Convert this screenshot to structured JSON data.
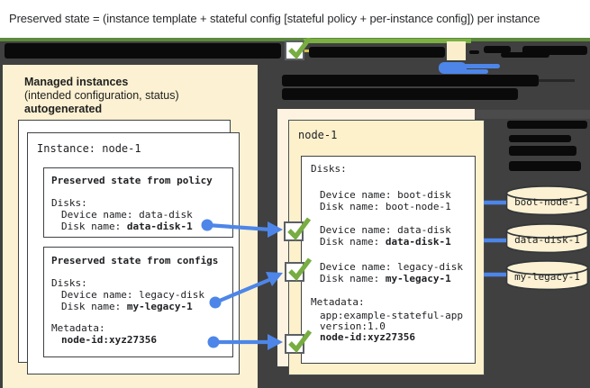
{
  "title": "Preserved state = (instance template + stateful config [stateful policy + per-instance config]) per instance",
  "left_panel": {
    "heading": "Managed instances",
    "subheading": "(intended configuration, status)",
    "note": "autogenerated",
    "instance_card": {
      "title": "Instance: node-1",
      "policy_box": {
        "title": "Preserved state from policy",
        "section": "Disks:",
        "device": "Device name: data-disk",
        "disk_label": "Disk name: ",
        "disk_value": "data-disk-1"
      },
      "configs_box": {
        "title": "Preserved state from configs",
        "section": "Disks:",
        "device": "Device name: legacy-disk",
        "disk_label": "Disk name: ",
        "disk_value": "my-legacy-1",
        "metadata_label": "Metadata:",
        "metadata_value": "node-id:xyz27356"
      }
    }
  },
  "vm_card": {
    "title": "node-1",
    "disks_section": "Disks:",
    "boot_device": "Device name: boot-disk",
    "boot_disk": "Disk name: boot-node-1",
    "data_device": "Device name: data-disk",
    "data_disk_label": "Disk name: ",
    "data_disk_value": "data-disk-1",
    "legacy_device": "Device name: legacy-disk",
    "legacy_disk_label": "Disk name: ",
    "legacy_disk_value": "my-legacy-1",
    "metadata_label": "Metadata:",
    "metadata_app": "app:example-stateful-app",
    "metadata_version": "version:1.0",
    "metadata_node_id": "node-id:xyz27356"
  },
  "disk_cylinders": [
    {
      "name": "boot-node-1"
    },
    {
      "name": "data-disk-1"
    },
    {
      "name": "my-legacy-1"
    }
  ],
  "colors": {
    "background_dark": "#404040",
    "panel_cream": "#fcf1d2",
    "panel_cream_light": "#fdf3e0",
    "panel_cream_inner": "#fdf1cc",
    "accent_green": "#7cb043",
    "accent_green_dark": "#5d8a3c",
    "accent_blue": "#4d86e8",
    "redaction_black": "#0a0a0a",
    "swatch_beige": "#fbeecd",
    "dash_yellow": "#d9c14a"
  }
}
